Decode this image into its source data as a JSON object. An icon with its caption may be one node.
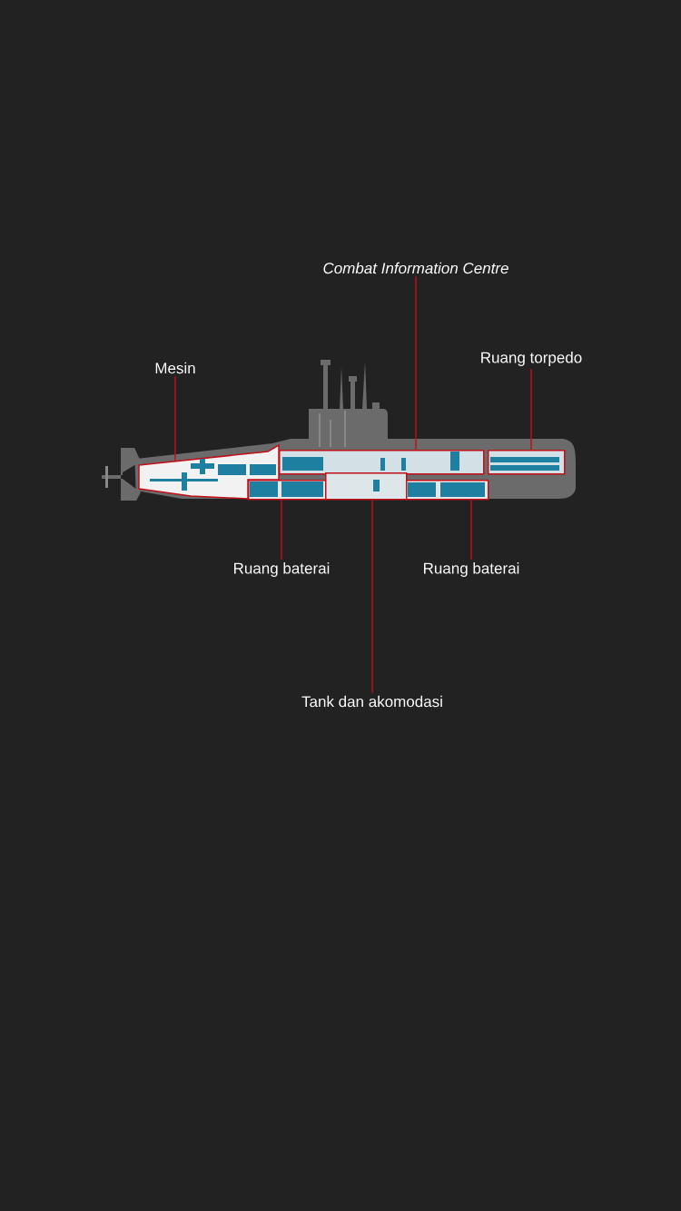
{
  "diagram": {
    "nodes": [
      {
        "text": [
          "Combat Information Centre"
        ]
      },
      {
        "text": [
          "Mesin"
        ]
      },
      {
        "text": [
          "Ruang torpedo"
        ]
      },
      {
        "text": [],
        "shape": "box"
      },
      {
        "text": [],
        "shape": "box"
      },
      {
        "text": [],
        "shape": "box"
      },
      {
        "text": [],
        "shape": "box"
      },
      {
        "text": [],
        "shape": "box"
      },
      {
        "text": [],
        "shape": "box"
      },
      {
        "text": [
          "Ruang baterai"
        ]
      },
      {
        "text": [
          "Ruang baterai"
        ]
      },
      {
        "text": [
          "Tank dan akomodasi"
        ]
      }
    ],
    "edges": [
      {
        "from": 0,
        "to": 4,
        "arrow": "none"
      },
      {
        "from": 1,
        "to": 3,
        "arrow": "none"
      },
      {
        "from": 2,
        "to": 5,
        "arrow": "none"
      },
      {
        "from": 9,
        "to": 6,
        "arrow": "none"
      },
      {
        "from": 10,
        "to": 8,
        "arrow": "none"
      },
      {
        "from": 11,
        "to": 7,
        "arrow": "none"
      }
    ]
  }
}
